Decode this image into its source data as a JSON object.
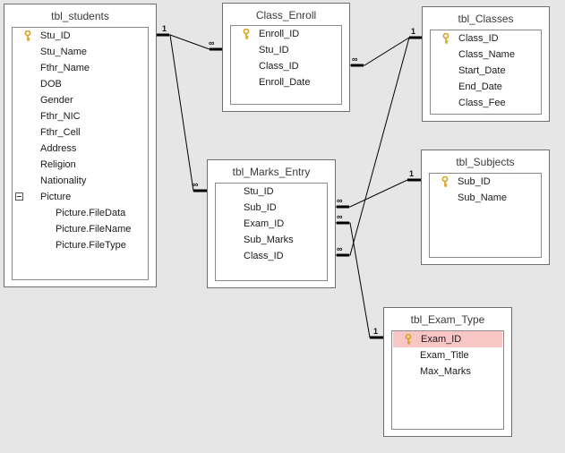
{
  "tables": {
    "students": {
      "title": "tbl_students",
      "fields": [
        "Stu_ID",
        "Stu_Name",
        "Fthr_Name",
        "DOB",
        "Gender",
        "Fthr_NIC",
        "Fthr_Cell",
        "Address",
        "Religion",
        "Nationality",
        "Picture"
      ],
      "subfields": [
        "Picture.FileData",
        "Picture.FileName",
        "Picture.FileType"
      ]
    },
    "class_enroll": {
      "title": "Class_Enroll",
      "fields": [
        "Enroll_ID",
        "Stu_ID",
        "Class_ID",
        "Enroll_Date"
      ]
    },
    "classes": {
      "title": "tbl_Classes",
      "fields": [
        "Class_ID",
        "Class_Name",
        "Start_Date",
        "End_Date",
        "Class_Fee"
      ]
    },
    "marks_entry": {
      "title": "tbl_Marks_Entry",
      "fields": [
        "Stu_ID",
        "Sub_ID",
        "Exam_ID",
        "Sub_Marks",
        "Class_ID"
      ]
    },
    "subjects": {
      "title": "tbl_Subjects",
      "fields": [
        "Sub_ID",
        "Sub_Name"
      ]
    },
    "exam_type": {
      "title": "tbl_Exam_Type",
      "fields": [
        "Exam_ID",
        "Exam_Title",
        "Max_Marks"
      ]
    }
  },
  "relationships": {
    "one": "1",
    "many": "∞"
  },
  "colors": {
    "background": "#e6e6e6",
    "selected_row": "#f9c6c6",
    "key_icon": "#d8a21a"
  }
}
